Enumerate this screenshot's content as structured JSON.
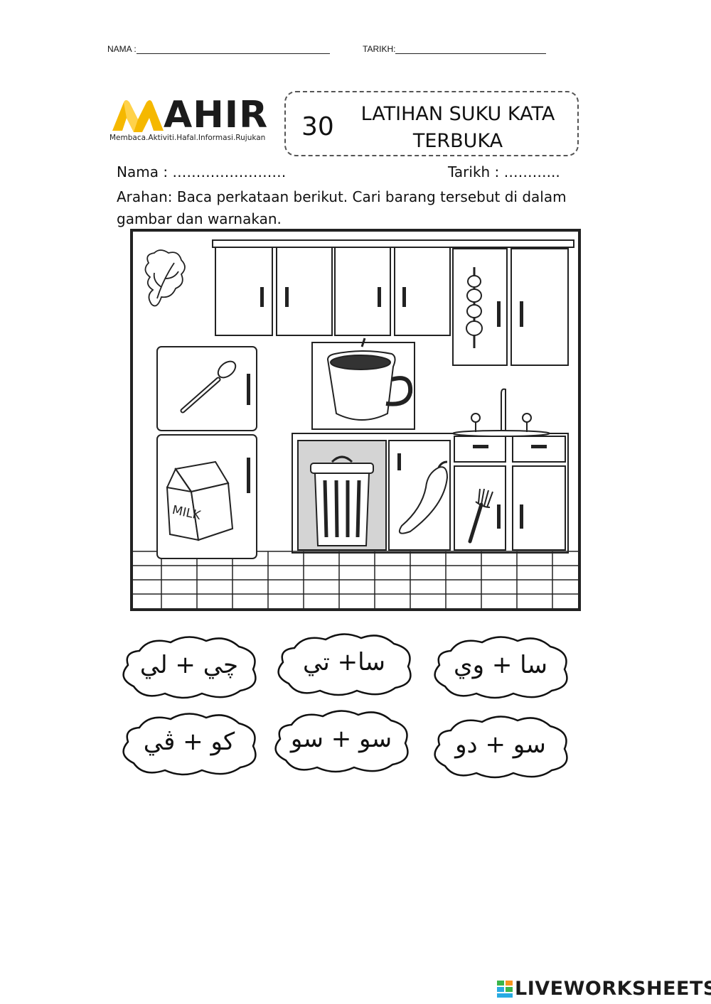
{
  "header": {
    "nama_label": "NAMA :",
    "tarikh_label": "TARIKH:"
  },
  "logo": {
    "word": "AHIR",
    "tagline": "Membaca.Aktiviti.Hafal.Informasi.Rujukan"
  },
  "title": {
    "number": "30",
    "text_line1": "LATIHAN SUKU KATA",
    "text_line2": "TERBUKA"
  },
  "fields": {
    "nama": "Nama : ……………………",
    "tarikh": "Tarikh : ………..."
  },
  "instruction": "Arahan: Baca perkataan berikut. Cari barang tersebut di dalam gambar dan warnakan.",
  "scene": {
    "milk_label": "MILK"
  },
  "clouds": [
    "چي + لي",
    "سا+ تي",
    "سا + وي",
    "كو + ڤي",
    "سو + سو",
    "سو + دو"
  ],
  "footer": {
    "brand": "LIVEWORKSHEETS"
  },
  "colors": {
    "logo_yellow": "#f5b800",
    "footer_green": "#3bb54a",
    "footer_orange": "#f7941d",
    "footer_blue": "#29abe2"
  }
}
